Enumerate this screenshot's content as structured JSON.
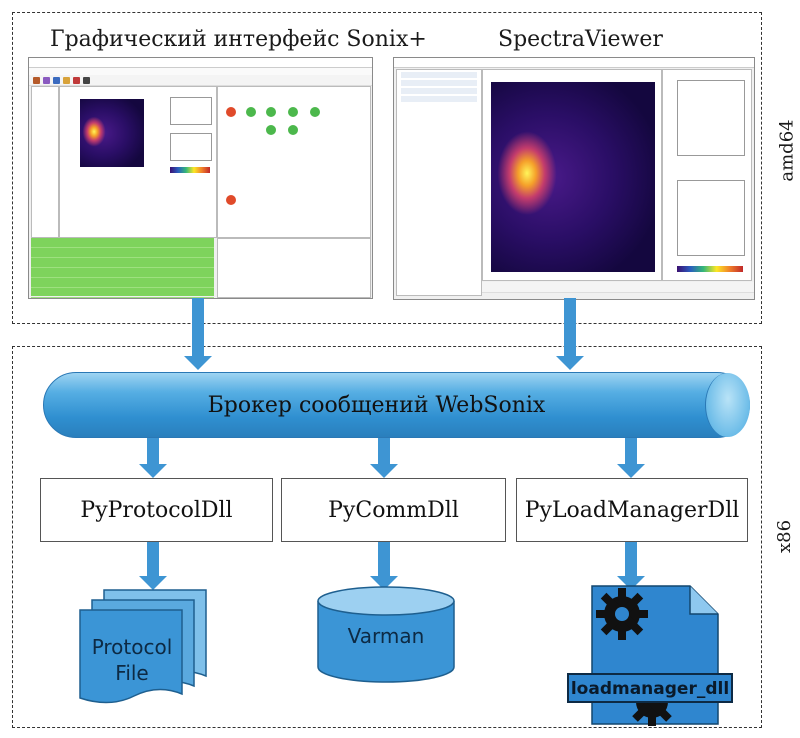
{
  "labels": {
    "amd64": "amd64",
    "x86": "x86",
    "sonix_title": "Графический интерфейс Sonix+",
    "spectra_title": "SpectraViewer"
  },
  "broker": {
    "label": "Брокер сообщений WebSonix"
  },
  "dlls": {
    "protocol": "PyProtocolDll",
    "comm": "PyCommDll",
    "loadmanager": "PyLoadManagerDll"
  },
  "outputs": {
    "protocol_line1": "Protocol",
    "protocol_line2": "File",
    "varman": "Varman",
    "loadmanager": "loadmanager_dll"
  },
  "colors": {
    "arrow": "#3e95d3",
    "broker": "#3e95d3",
    "file_blue": "#3b95d6",
    "log_green": "#7ed35c"
  },
  "icons": [
    "arrow-down-icon",
    "document-stack-icon",
    "database-icon",
    "gear-document-icon"
  ]
}
